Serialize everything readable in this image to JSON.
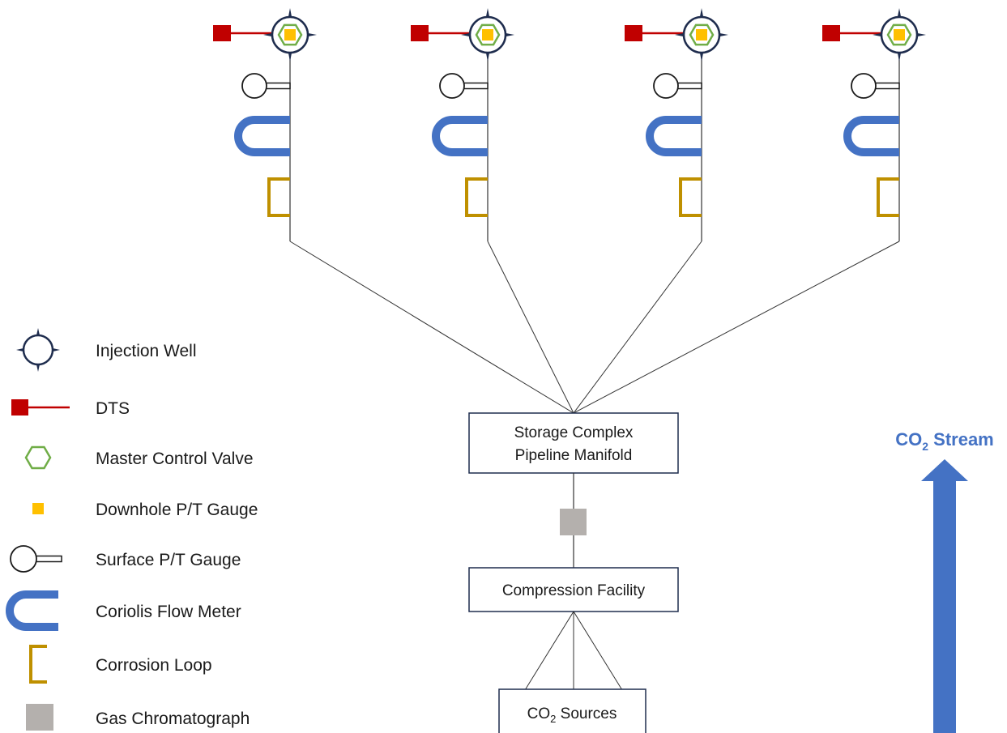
{
  "colors": {
    "well_ring": "#1f2d4e",
    "dts": "#c00000",
    "valve": "#70ad47",
    "downhole_gauge": "#ffc000",
    "flow_meter": "#4472c4",
    "corrosion_loop": "#bf9000",
    "chromatograph": "#b4b0ad",
    "stream_arrow": "#4472c4",
    "line": "#333333"
  },
  "boxes": {
    "manifold": {
      "line1": "Storage Complex",
      "line2": "Pipeline Manifold"
    },
    "compression": {
      "label": "Compression Facility"
    },
    "sources": {
      "prefix": "CO",
      "sub": "2",
      "suffix": " Sources"
    }
  },
  "stream": {
    "prefix": "CO",
    "sub": "2",
    "suffix": " Stream"
  },
  "wells": [
    {
      "icon": "injection-well-icon"
    },
    {
      "icon": "injection-well-icon"
    },
    {
      "icon": "injection-well-icon"
    },
    {
      "icon": "injection-well-icon"
    }
  ],
  "legend": [
    {
      "icon": "injection-well-icon",
      "label": "Injection Well"
    },
    {
      "icon": "dts-icon",
      "label": "DTS"
    },
    {
      "icon": "master-control-valve-icon",
      "label": "Master Control Valve"
    },
    {
      "icon": "downhole-gauge-icon",
      "label": "Downhole P/T Gauge"
    },
    {
      "icon": "surface-gauge-icon",
      "label": "Surface P/T Gauge"
    },
    {
      "icon": "coriolis-flow-meter-icon",
      "label": "Coriolis Flow Meter"
    },
    {
      "icon": "corrosion-loop-icon",
      "label": "Corrosion Loop"
    },
    {
      "icon": "gas-chromatograph-icon",
      "label": "Gas Chromatograph"
    }
  ]
}
